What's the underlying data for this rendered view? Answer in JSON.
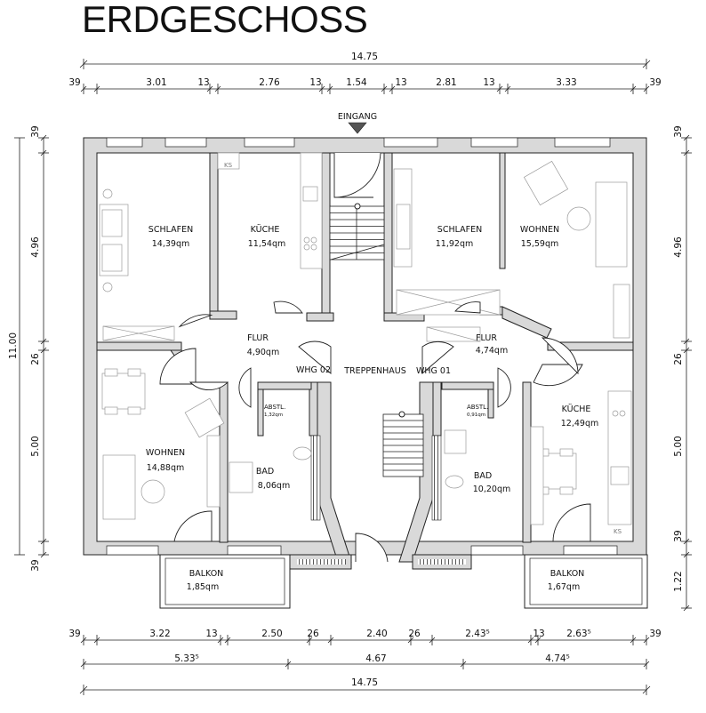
{
  "title": "ERDGESCHOSS",
  "entrance_label": "EINGANG",
  "rooms": [
    {
      "id": "schlafen-left",
      "name": "SCHLAFEN",
      "area": "14,39qm"
    },
    {
      "id": "kueche-left",
      "name": "KÜCHE",
      "area": "11,54qm"
    },
    {
      "id": "schlafen-right",
      "name": "SCHLAFEN",
      "area": "11,92qm"
    },
    {
      "id": "wohnen-right",
      "name": "WOHNEN",
      "area": "15,59qm"
    },
    {
      "id": "flur-left",
      "name": "FLUR",
      "area": "4,90qm"
    },
    {
      "id": "flur-right",
      "name": "FLUR",
      "area": "4,74qm"
    },
    {
      "id": "treppenhaus",
      "name": "TREPPENHAUS",
      "area": ""
    },
    {
      "id": "wohnen-left",
      "name": "WOHNEN",
      "area": "14,88qm"
    },
    {
      "id": "bad-left",
      "name": "BAD",
      "area": "8,06qm"
    },
    {
      "id": "bad-right",
      "name": "BAD",
      "area": "10,20qm"
    },
    {
      "id": "kueche-right",
      "name": "KÜCHE",
      "area": "12,49qm"
    },
    {
      "id": "balkon-left",
      "name": "BALKON",
      "area": "1,85qm"
    },
    {
      "id": "balkon-right",
      "name": "BALKON",
      "area": "1,67qm"
    },
    {
      "id": "abstl-left",
      "name": "ABSTL.",
      "area": "1,32qm"
    },
    {
      "id": "abstl-right",
      "name": "ABSTL.",
      "area": "0,91qm"
    }
  ],
  "unit_labels": {
    "left": "WHG 02",
    "right": "WHG 01"
  },
  "ks_label": "KS",
  "dimensions": {
    "top_total": "14.75",
    "top_segments": [
      "39",
      "3.01",
      "13",
      "2.76",
      "13",
      "1.54",
      "13",
      "2.81",
      "13",
      "3.33",
      "39"
    ],
    "bottom_segments": [
      "39",
      "3.22",
      "13",
      "2.50",
      "26",
      "2.40",
      "26",
      "2.43⁵",
      "13",
      "2.63⁵",
      "39"
    ],
    "bottom_axes": [
      "5.33⁵",
      "4.67",
      "4.74⁵"
    ],
    "bottom_total": "14.75",
    "left_total": "11.00",
    "left_segments": [
      "39",
      "4.96",
      "26",
      "5.00",
      "39"
    ],
    "right_segments": [
      "39",
      "4.96",
      "26",
      "5.00",
      "39",
      "1.22"
    ]
  }
}
